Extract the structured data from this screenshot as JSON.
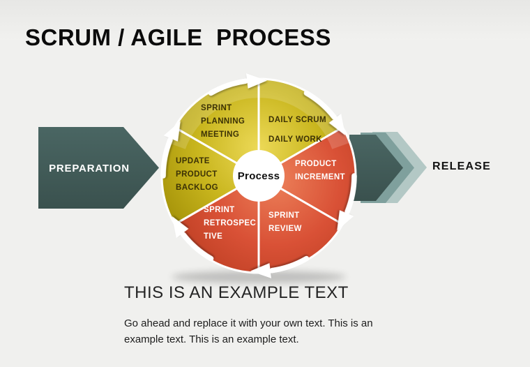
{
  "title": "SCRUM / AGILE  PROCESS",
  "flow": {
    "preparation": "PREPARATION",
    "release": "RELEASE"
  },
  "wheel": {
    "center": "Process",
    "segments": [
      {
        "id": "sprint-planning-meeting",
        "label": "SPRINT\nPLANNING\nMEETING",
        "color_group": "yellow",
        "text_color": "dark"
      },
      {
        "id": "daily-scrum-daily-work",
        "label": "DAILY SCRUM\nDAILY WORK",
        "color_group": "yellow",
        "text_color": "dark"
      },
      {
        "id": "product-increment",
        "label": "PRODUCT\nINCREMENT",
        "color_group": "red",
        "text_color": "white"
      },
      {
        "id": "sprint-review",
        "label": "SPRINT\nREVIEW",
        "color_group": "red",
        "text_color": "white"
      },
      {
        "id": "sprint-retrospective",
        "label": "SPRINT\nRETROSPEC\nTIVE",
        "color_group": "red",
        "text_color": "white"
      },
      {
        "id": "update-product-backlog",
        "label": "UPDATE\nPRODUCT\nBACKLOG",
        "color_group": "yellow",
        "text_color": "dark"
      }
    ],
    "cycle_direction": "clockwise"
  },
  "example": {
    "heading": "THIS IS AN EXAMPLE TEXT",
    "body": "Go ahead and replace it with your own text. This is an example text. This is an example text."
  },
  "colors": {
    "background": "#f0f0ee",
    "yellow_light": "#ecd957",
    "yellow_base": "#c9b61e",
    "yellow_dark": "#a08e06",
    "red_light": "#ec8059",
    "red_base": "#d95136",
    "red_dark": "#bc3e22",
    "teal_arrow": "#415c5a",
    "chevron_mid": "#7fa09d",
    "chevron_light": "#b3c8c5",
    "segment_dark_text": "#3c3206",
    "segment_white_text": "#ffffff",
    "title_text": "#0b0b0b"
  }
}
